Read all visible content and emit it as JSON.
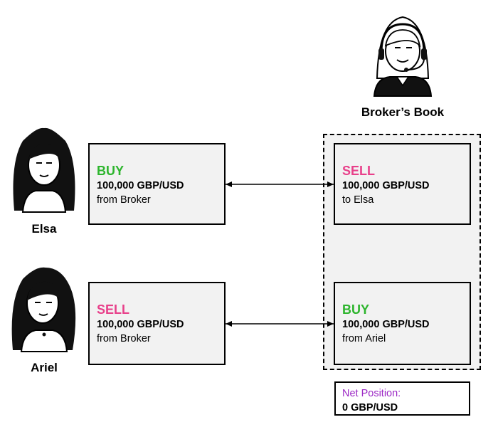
{
  "broker": {
    "title": "Broker’s Book"
  },
  "clients": [
    {
      "name": "Elsa",
      "trade": {
        "action": "BUY",
        "amount": "100,000 GBP/USD",
        "counterparty": "from Broker"
      }
    },
    {
      "name": "Ariel",
      "trade": {
        "action": "SELL",
        "amount": "100,000 GBP/USD",
        "counterparty": "from Broker"
      }
    }
  ],
  "book_entries": [
    {
      "action": "SELL",
      "amount": "100,000 GBP/USD",
      "counterparty": "to Elsa"
    },
    {
      "action": "BUY",
      "amount": "100,000 GBP/USD",
      "counterparty": "from Ariel"
    }
  ],
  "net_position": {
    "label": "Net Position:",
    "value": "0 GBP/USD"
  },
  "colors": {
    "buy": "#2db52d",
    "sell": "#e8408a",
    "net_label": "#9b27c4",
    "box_fill": "#f2f2f2"
  },
  "icons": [
    "broker-headset-avatar-icon",
    "elsa-avatar-icon",
    "ariel-avatar-icon"
  ]
}
